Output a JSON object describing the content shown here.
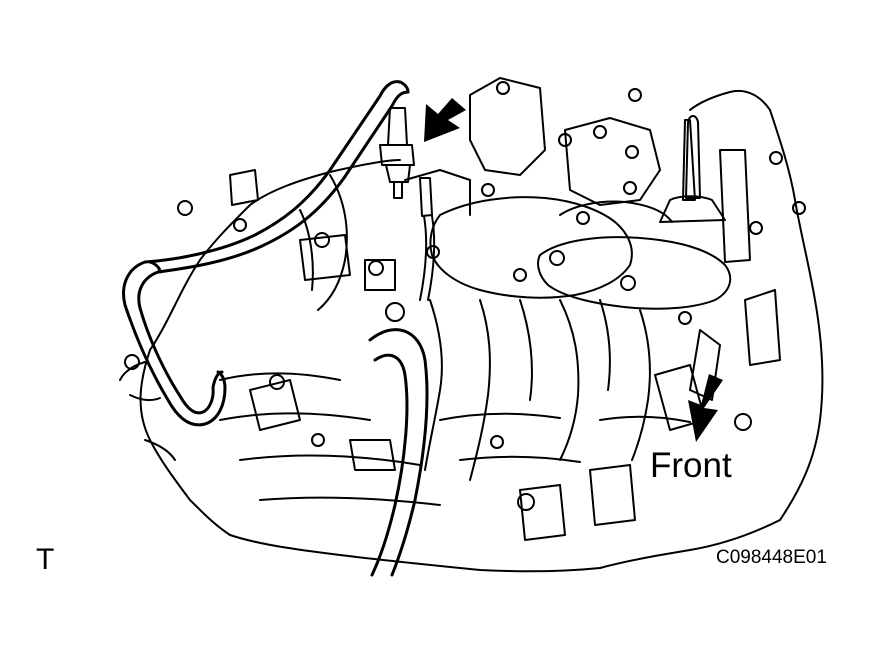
{
  "labels": {
    "direction": "Front",
    "view_code": "T",
    "figure_code": "C098448E01"
  },
  "colors": {
    "ink": "#000000",
    "paper": "#ffffff"
  },
  "icons": [
    "arrow-down-left-icon",
    "arrow-down-left-icon"
  ]
}
